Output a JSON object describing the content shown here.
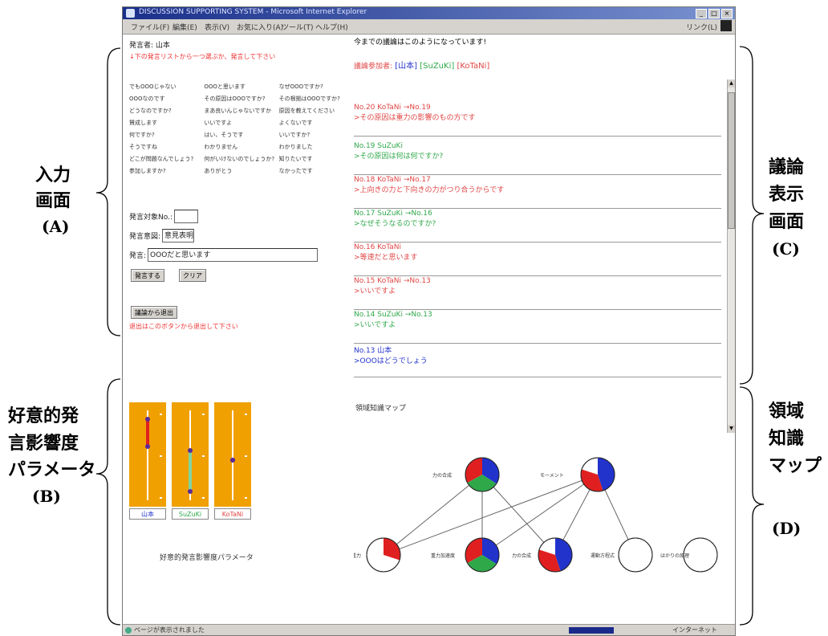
{
  "window": {
    "title": "DISCUSSION SUPPORTING SYSTEM - Microsoft Internet Explorer",
    "menu": [
      "ファイル(F)",
      "編集(E)",
      "表示(V)",
      "お気に入り(A)",
      "ツール(T)",
      "ヘルプ(H)"
    ],
    "links_label": "リンク(L)",
    "controls": [
      "_",
      "□",
      "×"
    ],
    "status_text": "ページが表示されました",
    "zone_text": "インターネット"
  },
  "input_panel": {
    "speaker_line": "発言者: 山本",
    "instruction": "↓下の発言リストから一つ選ぶか、発言して下さい",
    "phrases": [
      [
        "でもOOOじゃない",
        "OOOと思います",
        "なぜOOOですか?"
      ],
      [
        "OOOなのです",
        "その原因はOOOですか?",
        "その根拠はOOOですか?"
      ],
      [
        "どうなのですか?",
        "まあ良いんじゃないですか",
        "原因を教えてください"
      ],
      [
        "賛成します",
        "いいですよ",
        "よくないです"
      ],
      [
        "何ですか?",
        "はい、そうです",
        "いいですか?"
      ],
      [
        "そうですね",
        "わかりません",
        "わかりました"
      ],
      [
        "どこが問題なんでしょう?",
        "何がいけないのでしょうか?",
        "知りたいです"
      ],
      [
        "参加しますか?",
        "ありがとう",
        "なかったです"
      ]
    ],
    "target_label": "発言対象No.:",
    "target_value": "",
    "type_label": "発言意図:",
    "type_value": "意見表明",
    "speech_label": "発言:",
    "speech_value": "OOOだと思います",
    "send_button": "発言する",
    "clear_button": "クリア",
    "exit_button": "議論から退出",
    "exit_note": "退出はこのボタンから退出して下さい"
  },
  "discussion_panel": {
    "title": "今までの議論はこのようになっています!",
    "participants_label": "議論参加者:",
    "participants": [
      "[山本]",
      "[SuZuKi]",
      "[KoTaNi]"
    ],
    "messages": [
      {
        "header": "No.20  KoTaNi  →No.19",
        "body": ">その原因は重力の影響のもの方です",
        "color": "red"
      },
      {
        "header": "No.19  SuZuKi",
        "body": ">その原因は何は何ですか?",
        "color": "green"
      },
      {
        "header": "No.18  KoTaNi  →No.17",
        "body": ">上向きの力と下向きの力がつり合うからです",
        "color": "red"
      },
      {
        "header": "No.17  SuZuKi  →No.16",
        "body": ">なぜそうなるのですか?",
        "color": "green"
      },
      {
        "header": "No.16  KoTaNi",
        "body": ">等速だと思います",
        "color": "red"
      },
      {
        "header": "No.15  KoTaNi  →No.13",
        "body": ">いいですよ",
        "color": "red"
      },
      {
        "header": "No.14  SuZuKi  →No.13",
        "body": ">いいですよ",
        "color": "green"
      },
      {
        "header": "No.13  山本",
        "body": ">OOOはどうでしょう",
        "color": "blue"
      }
    ]
  },
  "favor_panel": {
    "caption": "好意的発言影響度パラメータ",
    "names": [
      "山本",
      "SuZuKi",
      "KoTaNi"
    ],
    "name_colors": [
      "#2233cc",
      "#2fa84a",
      "#e04545"
    ],
    "ranges": [
      [
        0.9,
        0.6
      ],
      [
        0.55,
        0.1
      ],
      [
        0.45,
        0.45
      ]
    ]
  },
  "knowledge_map": {
    "title": "領域知識マップ",
    "nodes": [
      {
        "label": "力の合成",
        "fill": [
          0.34,
          0.33,
          0.33
        ]
      },
      {
        "label": "モーメント",
        "fill": [
          0.45,
          0.0,
          0.35
        ]
      },
      {
        "label": "重力",
        "fill": [
          0.0,
          0.0,
          0.3
        ]
      },
      {
        "label": "重力加速度",
        "fill": [
          0.34,
          0.33,
          0.33
        ]
      },
      {
        "label": "力の合成",
        "fill": [
          0.45,
          0.0,
          0.35
        ]
      },
      {
        "label": "運動方程式",
        "fill": [
          0,
          0,
          0
        ]
      },
      {
        "label": "はかりの原理",
        "fill": [
          0,
          0,
          0
        ]
      }
    ],
    "colors": {
      "blue": "#2233cc",
      "green": "#2fa84a",
      "red": "#e02020"
    }
  },
  "annotations": {
    "A": {
      "line1": "入力",
      "line2": "画面",
      "code": "(A)"
    },
    "B": {
      "line1": "好意的発",
      "line2": "言影響度",
      "line3": "パラメータ",
      "code": "(B)"
    },
    "C": {
      "line1": "議論",
      "line2": "表示",
      "line3": "画面",
      "code": "(C)"
    },
    "D": {
      "line1": "領域",
      "line2": "知識",
      "line3": "マップ",
      "code": "(D)"
    }
  }
}
